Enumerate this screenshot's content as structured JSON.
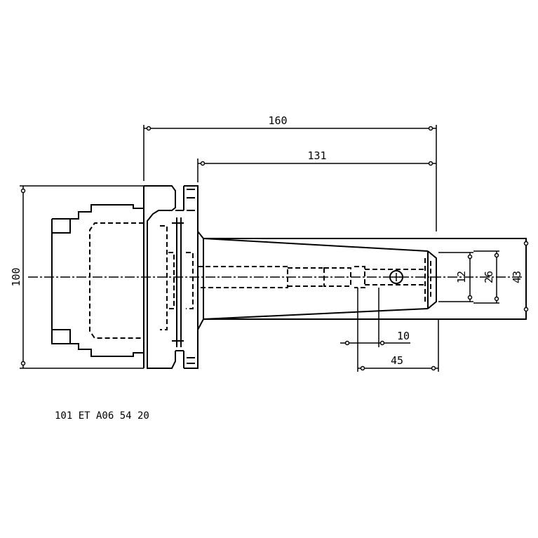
{
  "dimensions": {
    "overall_length": "160",
    "shank_length": "131",
    "flange_diameter": "100",
    "bore_diameter": "12",
    "collar_diameter": "26",
    "nose_diameter": "43",
    "screw_offset": "10",
    "clamp_length": "45"
  },
  "part_number": "101 ET A06 54 20"
}
